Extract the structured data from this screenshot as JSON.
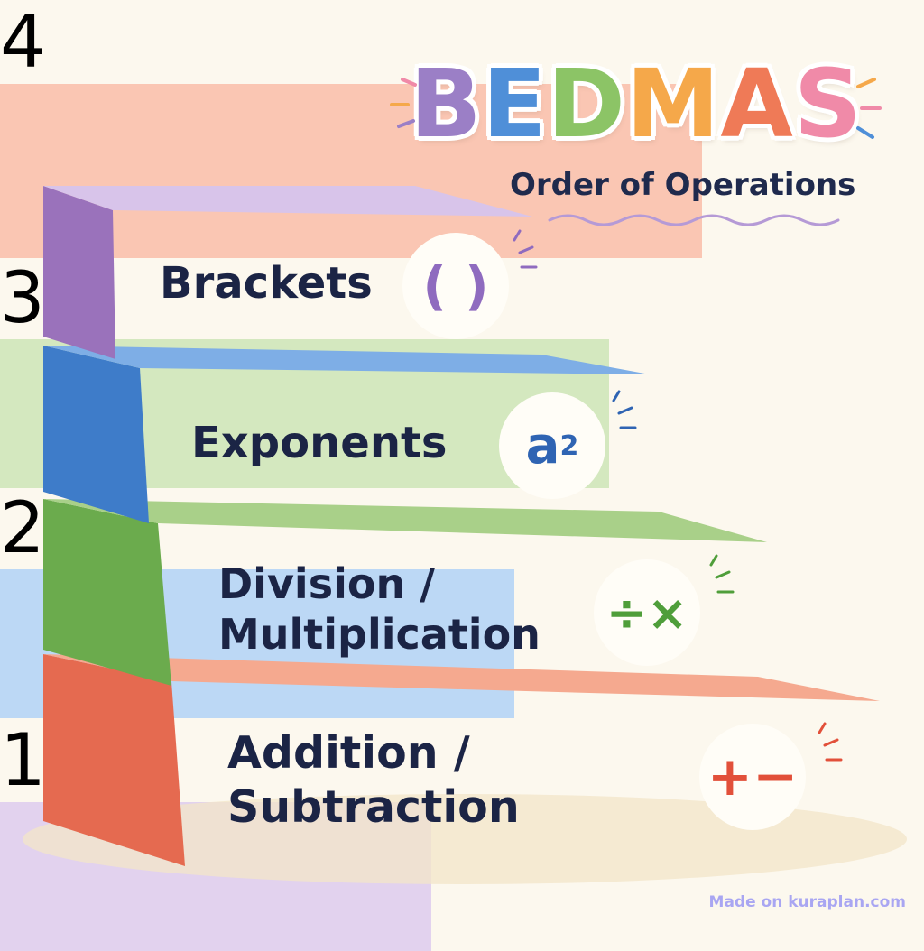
{
  "title": {
    "letters": [
      "B",
      "E",
      "D",
      "M",
      "A",
      "S"
    ],
    "letter_colors": [
      "#9b7fc6",
      "#4f8fd8",
      "#8cc466",
      "#f5a84a",
      "#ef7a57",
      "#f08aa8"
    ]
  },
  "subtitle": "Order of Operations",
  "steps": [
    {
      "number": "1",
      "label_line1": "Brackets",
      "label_line2": "",
      "icon_symbol": "( )",
      "icon_name": "brackets-icon",
      "side_color": "#9a72bb",
      "face_color": "#e2d2ee",
      "top_color": "#d8c4ea",
      "icon_color": "#8f6bbf"
    },
    {
      "number": "2",
      "label_line1": "Exponents",
      "label_line2": "",
      "icon_symbol": "a",
      "icon_sup": "2",
      "icon_name": "exponent-icon",
      "side_color": "#3e7cc9",
      "face_color": "#bcd8f5",
      "top_color": "#7eaee6",
      "icon_color": "#2f64b3"
    },
    {
      "number": "3",
      "label_line1": "Division /",
      "label_line2": "Multiplication",
      "icon_symbol": "÷×",
      "icon_name": "divide-multiply-icon",
      "side_color": "#6bab4d",
      "face_color": "#d4e8bf",
      "top_color": "#a9d089",
      "icon_color": "#4f9e3a"
    },
    {
      "number": "4",
      "label_line1": "Addition /",
      "label_line2": "Subtraction",
      "icon_symbol": "+−",
      "icon_name": "plus-minus-icon",
      "side_color": "#e56a50",
      "face_color": "#fac6b3",
      "top_color": "#f5a98f",
      "icon_color": "#e2503a"
    }
  ],
  "watermark": "Made on kuraplan.com"
}
